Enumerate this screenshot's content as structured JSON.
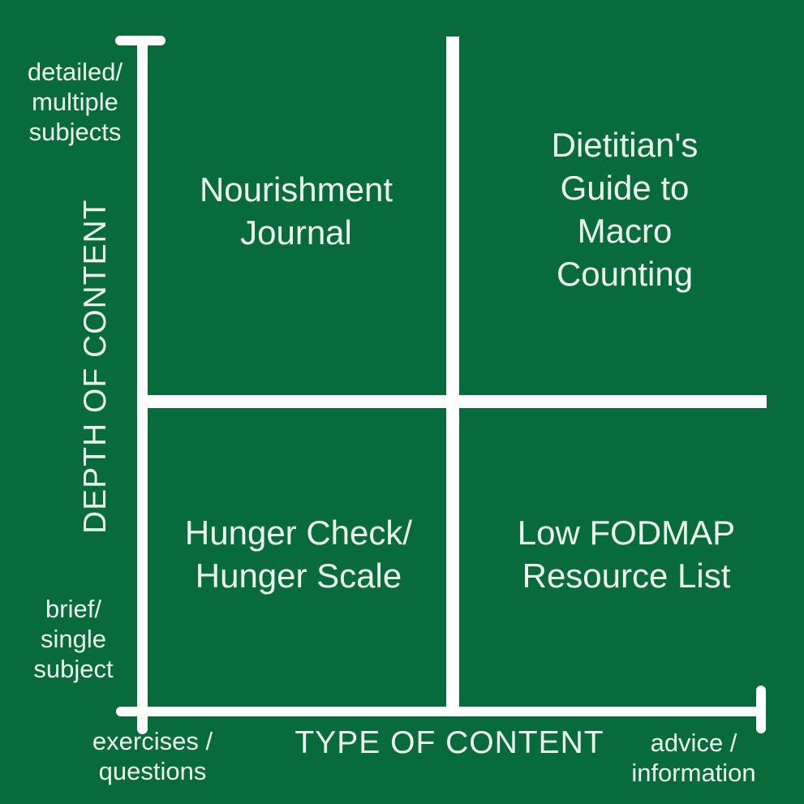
{
  "colors": {
    "background": "#086b3b",
    "line": "#ffffff",
    "text": "#edf7ee"
  },
  "y_axis": {
    "title": "DEPTH OF CONTENT",
    "max_label_lines": [
      "detailed/",
      "multiple",
      "subjects"
    ],
    "min_label_lines": [
      "brief/",
      "single",
      "subject"
    ]
  },
  "x_axis": {
    "title": "TYPE OF CONTENT",
    "min_label_lines": [
      "exercises /",
      "questions"
    ],
    "max_label_lines": [
      "advice /",
      "information"
    ]
  },
  "quadrants": {
    "top_left": {
      "text": "Nourishment Journal",
      "lines": [
        "Nourishment",
        "Journal"
      ]
    },
    "top_right": {
      "text": "Dietitian's Guide to Macro Counting",
      "lines": [
        "Dietitian's",
        "Guide to",
        "Macro",
        "Counting"
      ]
    },
    "bottom_left": {
      "text": "Hunger Check/ Hunger Scale",
      "lines": [
        "Hunger Check/",
        "Hunger Scale"
      ]
    },
    "bottom_right": {
      "text": "Low FODMAP Resource List",
      "lines": [
        "Low FODMAP",
        "Resource List"
      ]
    }
  }
}
